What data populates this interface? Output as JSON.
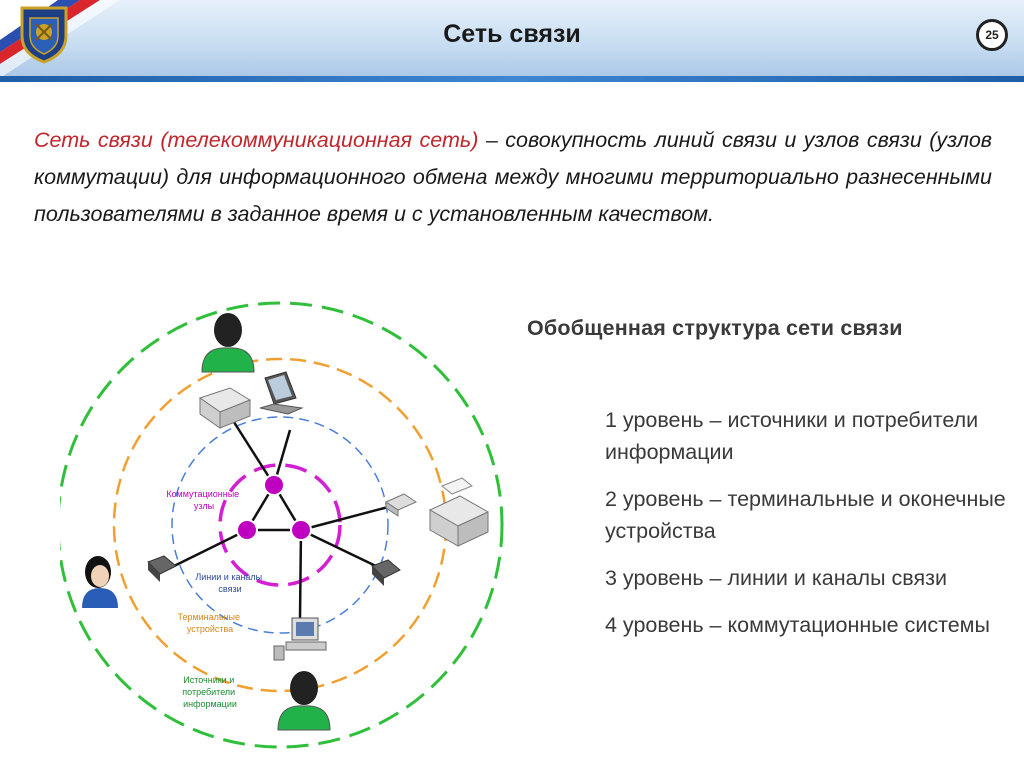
{
  "header": {
    "title": "Сеть связи",
    "page_number": "25"
  },
  "definition": {
    "term": "Сеть связи (телекоммуникационная сеть)",
    "text": " – совокупность линий связи и узлов связи (узлов коммутации) для информационного обмена между многими территориально разнесенными пользователями в заданное время и с установленным качеством."
  },
  "diagram": {
    "label_nodes": [
      "Коммутационные",
      "узлы"
    ],
    "label_lines": [
      "Линии и каналы",
      "связи"
    ],
    "label_terminals": [
      "Терминальные",
      "устройства"
    ],
    "label_sources": [
      "Источники и",
      "потребители",
      "информации"
    ],
    "colors": {
      "outer_ring": "#2fbf3a",
      "terminal_ring": "#f0a030",
      "lines_ring": "#4a7fd8",
      "nodes_ring": "#d21fd2",
      "node_fill": "#c000c0",
      "user": "#21b34a"
    },
    "icons": [
      "user-icon",
      "printer-icon",
      "laptop-icon",
      "phone-icon",
      "computer-icon",
      "modem-icon"
    ]
  },
  "structure": {
    "title": "Обобщенная структура  сети связи",
    "levels": [
      "1 уровень – источники и потребители информации",
      "2 уровень – терминальные и оконечные устройства",
      "3 уровень – линии и каналы связи",
      "4 уровень – коммутационные системы"
    ]
  }
}
